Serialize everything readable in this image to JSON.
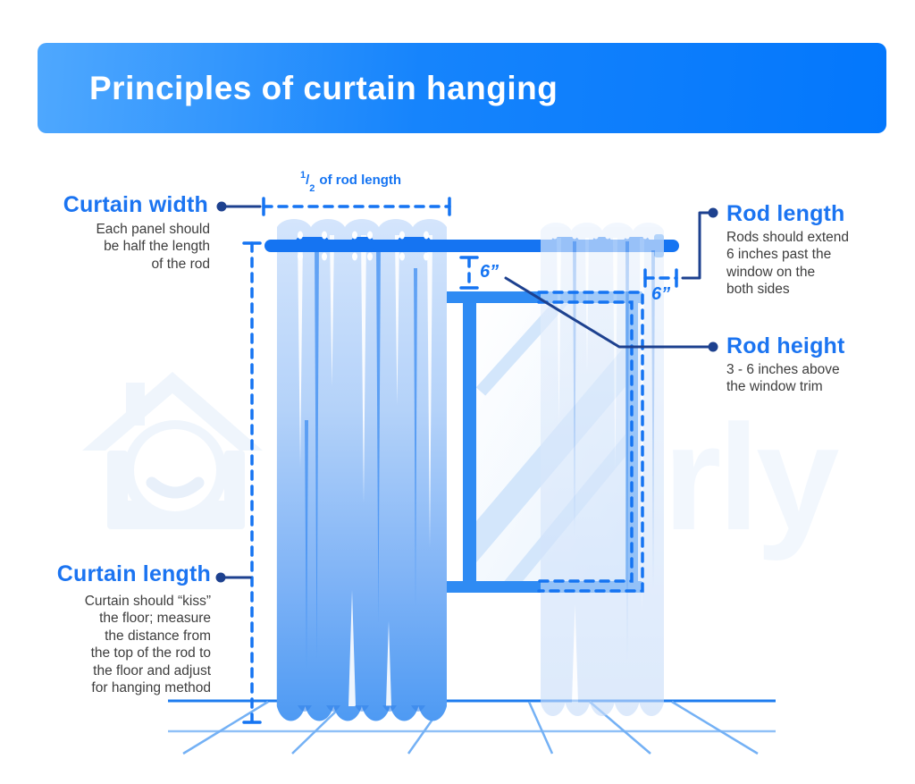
{
  "header": {
    "title": "Principles of curtain hanging"
  },
  "labels": {
    "curtain_width": {
      "title": "Curtain width",
      "lines": [
        "Each panel should",
        "be half the length",
        "of the rod"
      ]
    },
    "half_rod": {
      "numerator": "1",
      "slash": "/",
      "denominator": "2",
      "text": "of rod length"
    },
    "rod_length": {
      "title": "Rod length",
      "lines": [
        "Rods should extend",
        "6 inches past the",
        "window on the",
        "both sides"
      ]
    },
    "rod_height": {
      "title": "Rod height",
      "lines": [
        "3 - 6 inches above",
        "the window trim"
      ]
    },
    "curtain_length": {
      "title": "Curtain length",
      "lines": [
        "Curtain should “kiss”",
        "the floor; measure",
        "the distance from",
        "the top of the rod to",
        "the floor and adjust",
        "for hanging method"
      ]
    },
    "measurements": {
      "rod_to_window_gap": "6”",
      "rod_side_extension": "6”"
    }
  },
  "watermark": {
    "text": "rly"
  },
  "colors": {
    "header_gradient_start": "#4FA8FE",
    "header_gradient_end": "#0377FC",
    "accent_blue": "#1574F2",
    "connector_navy": "#1D418F",
    "body_text": "#3D3D3D",
    "curtain_light": "#D4E5FC",
    "curtain_deep": "#4E9AF3",
    "window_frame": "#2F8BF3"
  }
}
